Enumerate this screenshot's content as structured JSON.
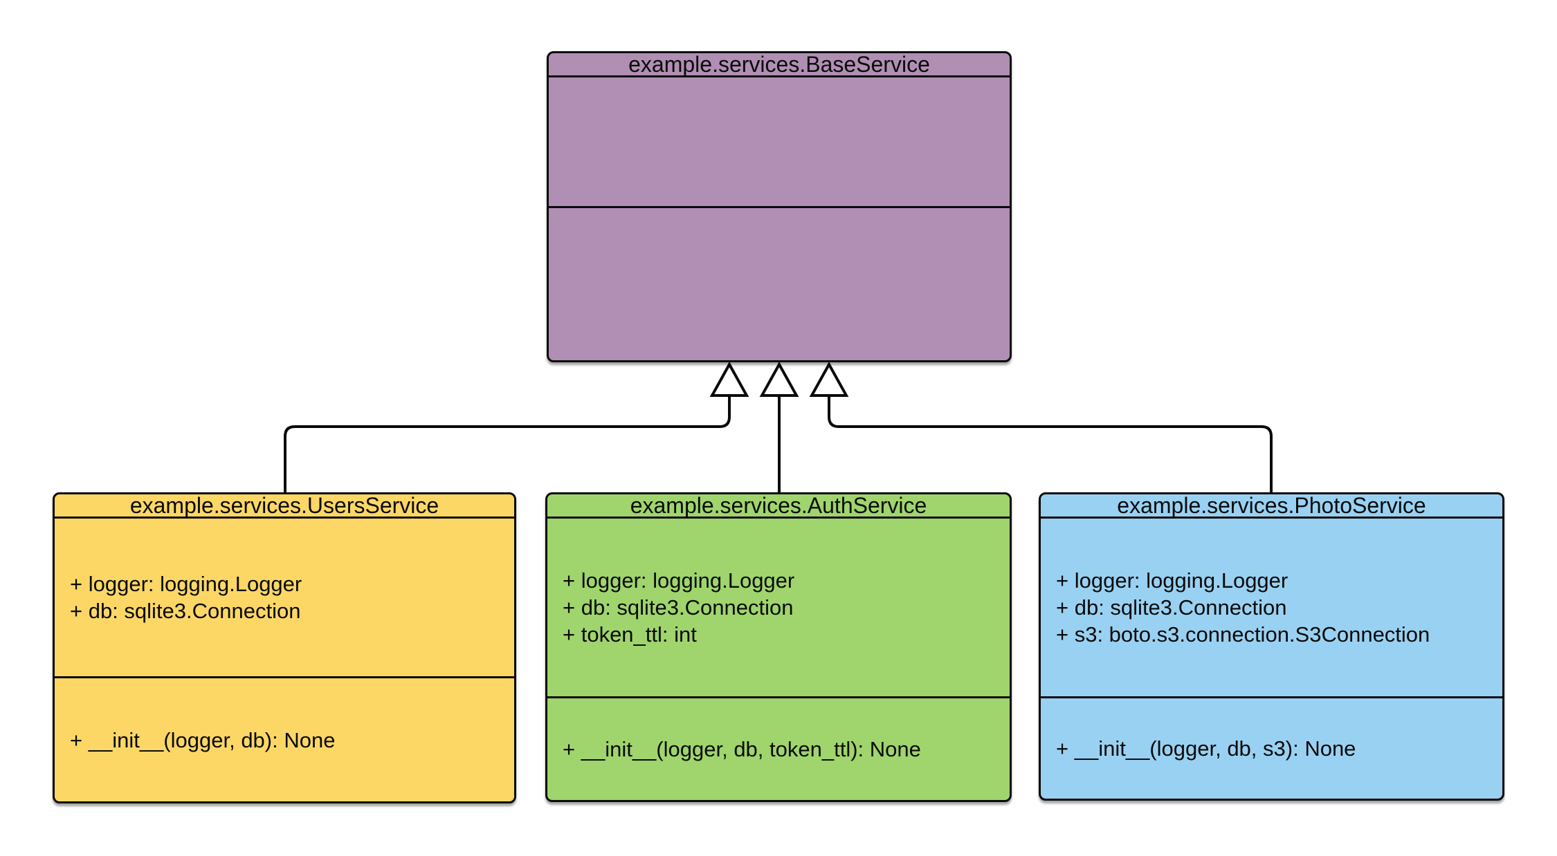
{
  "colors": {
    "border": "#0a0a0a",
    "background": "#ffffff",
    "base_service_fill": "#b18fb4",
    "users_service_fill": "#fcd766",
    "auth_service_fill": "#9fd56c",
    "photo_service_fill": "#99d1f2"
  },
  "classes": {
    "base": {
      "title": "example.services.BaseService",
      "attributes": [],
      "methods": []
    },
    "users": {
      "title": "example.services.UsersService",
      "attributes": [
        "+ logger: logging.Logger",
        "+ db: sqlite3.Connection"
      ],
      "methods": [
        "+ __init__(logger, db): None"
      ]
    },
    "auth": {
      "title": "example.services.AuthService",
      "attributes": [
        "+ logger: logging.Logger",
        "+ db: sqlite3.Connection",
        "+ token_ttl: int"
      ],
      "methods": [
        "+ __init__(logger, db, token_ttl): None"
      ]
    },
    "photo": {
      "title": "example.services.PhotoService",
      "attributes": [
        "+ logger: logging.Logger",
        "+ db: sqlite3.Connection",
        "+ s3: boto.s3.connection.S3Connection"
      ],
      "methods": [
        "+ __init__(logger, db, s3): None"
      ]
    }
  },
  "relations": [
    {
      "type": "generalization",
      "from": "example.services.UsersService",
      "to": "example.services.BaseService"
    },
    {
      "type": "generalization",
      "from": "example.services.AuthService",
      "to": "example.services.BaseService"
    },
    {
      "type": "generalization",
      "from": "example.services.PhotoService",
      "to": "example.services.BaseService"
    }
  ]
}
